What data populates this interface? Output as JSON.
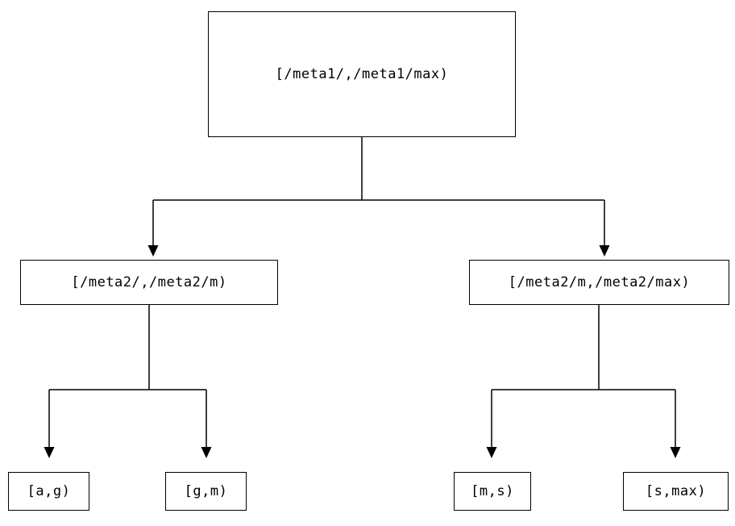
{
  "diagram": {
    "root": {
      "label": "[/meta1/,/meta1/max)"
    },
    "level2": {
      "left": {
        "label": "[/meta2/,/meta2/m)"
      },
      "right": {
        "label": "[/meta2/m,/meta2/max)"
      }
    },
    "leaves": {
      "left1": {
        "label": "[a,g)"
      },
      "left2": {
        "label": "[g,m)"
      },
      "right1": {
        "label": "[m,s)"
      },
      "right2": {
        "label": "[s,max)"
      }
    },
    "colors": {
      "line": "#000000",
      "background": "#ffffff"
    }
  }
}
